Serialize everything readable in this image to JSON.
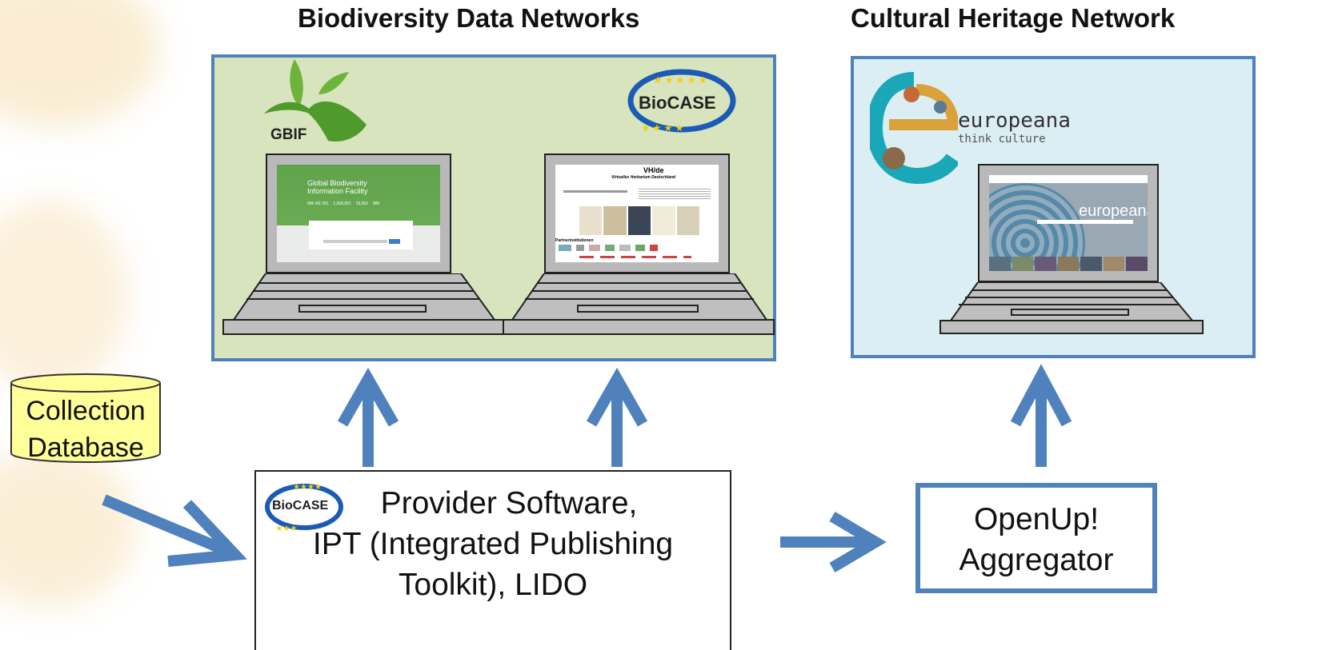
{
  "titles": {
    "biodiversity": "Biodiversity Data Networks",
    "cultural": "Cultural Heritage Network"
  },
  "logos": {
    "gbif": "GBIF",
    "biocase": "BioCASE",
    "europeana_name": "europeana",
    "europeana_tagline": "think culture"
  },
  "screens": {
    "gbif": {
      "heading_line1": "Global Biodiversity",
      "heading_line2": "Information Facility",
      "stats": [
        "686 M2 291",
        "1,609,051",
        "15,052",
        "889"
      ]
    },
    "vh": {
      "title": "VH/de",
      "subtitle": "Virtuelles Herbarium Deutschland",
      "partners_label": "Partnerinstitutionen"
    },
    "europeana": {
      "wordmark": "europeana"
    }
  },
  "database": {
    "line1": "Collection",
    "line2": "Database"
  },
  "provider_box": {
    "line1": "Provider Software,",
    "line2": "IPT (Integrated Publishing",
    "line3": "Toolkit), LIDO"
  },
  "aggregator_box": {
    "line1": "OpenUp!",
    "line2": "Aggregator"
  },
  "colors": {
    "arrow": "#4f81bd",
    "panel_border": "#4f81bd",
    "bio_panel_fill": "#d7e4bd",
    "cult_panel_fill": "#dbeef4",
    "database_fill": "#ffff99",
    "gbif_green": "#5aa02c"
  }
}
